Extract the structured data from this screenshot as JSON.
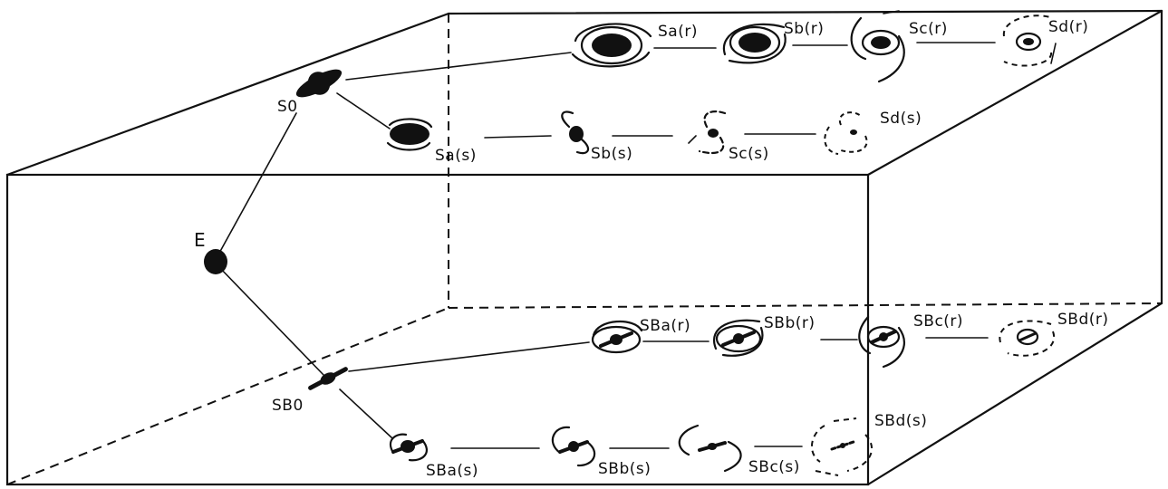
{
  "diagram": {
    "labels": {
      "E": "E",
      "S0": "S0",
      "SB0": "SB0",
      "Sa_r": "Sa(r)",
      "Sb_r": "Sb(r)",
      "Sc_r": "Sc(r)",
      "Sd_r": "Sd(r)",
      "Sa_s": "Sa(s)",
      "Sb_s": "Sb(s)",
      "Sc_s": "Sc(s)",
      "Sd_s": "Sd(s)",
      "SBa_r": "SBa(r)",
      "SBb_r": "SBb(r)",
      "SBc_r": "SBc(r)",
      "SBd_r": "SBd(r)",
      "SBa_s": "SBa(s)",
      "SBb_s": "SBb(s)",
      "SBc_s": "SBc(s)",
      "SBd_s": "SBd(s)"
    },
    "colors": {
      "ink": "#111111",
      "background": "#ffffff"
    }
  }
}
